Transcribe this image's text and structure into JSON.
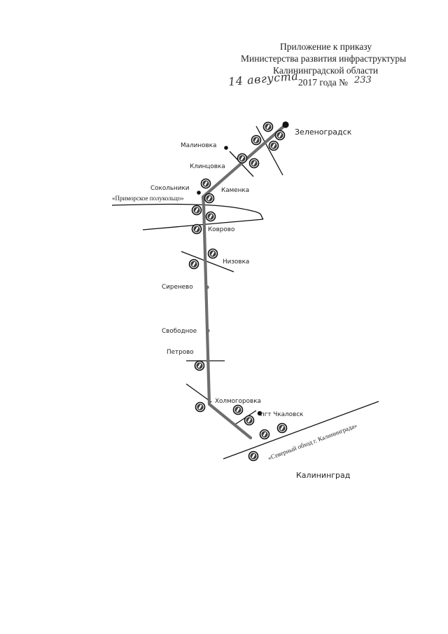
{
  "header": {
    "line1": "Приложение к приказу",
    "line2": "Министерства развития инфраструктуры",
    "line3": "Калининградской области",
    "line4": "2017 года №",
    "handwritten_date": "14 августа",
    "handwritten_number": "233"
  },
  "places": {
    "zelenogradsk": "Зеленоградск",
    "malinovka": "Малиновка",
    "klintsovka": "Клинцовка",
    "sokolniki": "Сокольники",
    "kamenka": "Каменка",
    "primorskoe": "«Приморское полукольцо»",
    "kovrovo": "Коврово",
    "nizovka": "Низовка",
    "sirenevo": "Сиренево",
    "svobodnoe": "Свободное",
    "petrovo": "Петрово",
    "kholmogorovka": "Холмогоровка",
    "chkalovsk": "пгт Чкаловск",
    "severny_obkhod": "«Северный обход г. Калининграда»",
    "kaliningrad": "Калининград"
  },
  "colors": {
    "road": "#6e6e6e",
    "ink": "#111111",
    "sign_fill": "#3a3a3a"
  },
  "icons": {
    "sign": "no-overtaking-sign",
    "settlement": "settlement-dot"
  }
}
